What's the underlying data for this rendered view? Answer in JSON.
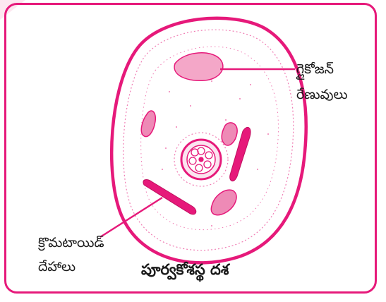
{
  "colors": {
    "stain": "#e6197a",
    "stain_light": "#f07cb3",
    "stain_fill": "#fbe3ef",
    "text": "#1a1a1a"
  },
  "labels": {
    "glycogen_line1": "గ్లైకోజన్",
    "glycogen_line2": "రేణువులు",
    "chromatoid_line1": "క్రొమటాయిడ్",
    "chromatoid_line2": "దేహాలు"
  },
  "caption": "పూర్వకోశస్థ దశ"
}
